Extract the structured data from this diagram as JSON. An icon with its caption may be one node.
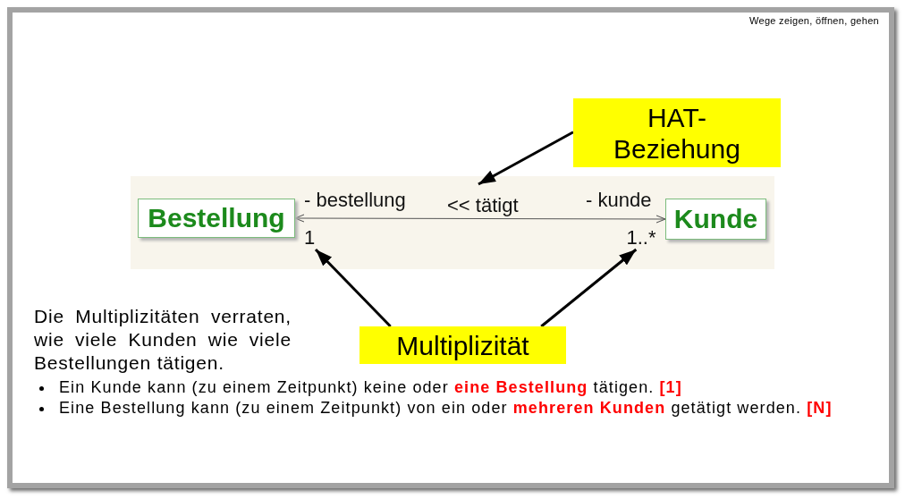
{
  "diagram": {
    "nodes": [
      {
        "text": [
          "HAT-Beziehung"
        ]
      },
      {
        "text": [
          "Bestellung"
        ]
      },
      {
        "text": [
          "Kunde"
        ]
      },
      {
        "text": [
          "1"
        ]
      },
      {
        "text": [
          "1..*"
        ]
      },
      {
        "text": [
          "Multiplizität"
        ]
      }
    ],
    "edges": [
      {
        "from": 1,
        "to": 2,
        "arrow": "both",
        "label": "<< tätigt"
      },
      {
        "from": 0,
        "to": null,
        "arrow": "to"
      },
      {
        "from": 5,
        "to": 3,
        "arrow": "to"
      },
      {
        "from": 5,
        "to": 4,
        "arrow": "to"
      }
    ],
    "labels": [
      "Wege zeigen, öffnen, gehen",
      "- bestellung",
      "- kunde",
      "Die Multiplizitäten verraten, wie viele Kunden wie viele Bestellungen tätigen.",
      "Ein Kunde kann (zu einem Zeitpunkt) keine oder **eine Bestellung** tätigen. **[1]**",
      "Eine Bestellung kann (zu einem Zeitpunkt) von ein oder **mehreren Kunden** getätigt werden. **[N]**"
    ]
  }
}
